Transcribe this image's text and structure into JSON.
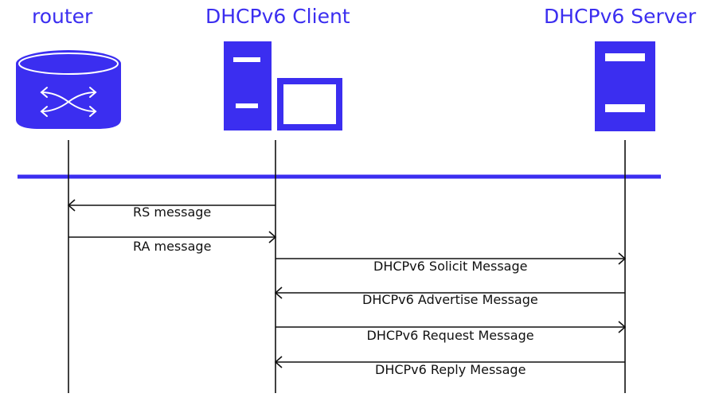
{
  "colors": {
    "accent": "#3b2ef0",
    "line": "#111111",
    "background": "#ffffff"
  },
  "actors": {
    "router": {
      "label": "router",
      "icon": "router-icon"
    },
    "client": {
      "label": "DHCPv6 Client",
      "icon": "client-computer-icon"
    },
    "server": {
      "label": "DHCPv6 Server",
      "icon": "server-icon"
    }
  },
  "messages": [
    {
      "from": "client",
      "to": "router",
      "label": "RS message"
    },
    {
      "from": "router",
      "to": "client",
      "label": "RA message"
    },
    {
      "from": "client",
      "to": "server",
      "label": "DHCPv6 Solicit Message"
    },
    {
      "from": "server",
      "to": "client",
      "label": "DHCPv6 Advertise Message"
    },
    {
      "from": "client",
      "to": "server",
      "label": "DHCPv6 Request Message"
    },
    {
      "from": "server",
      "to": "client",
      "label": "DHCPv6 Reply Message"
    }
  ]
}
